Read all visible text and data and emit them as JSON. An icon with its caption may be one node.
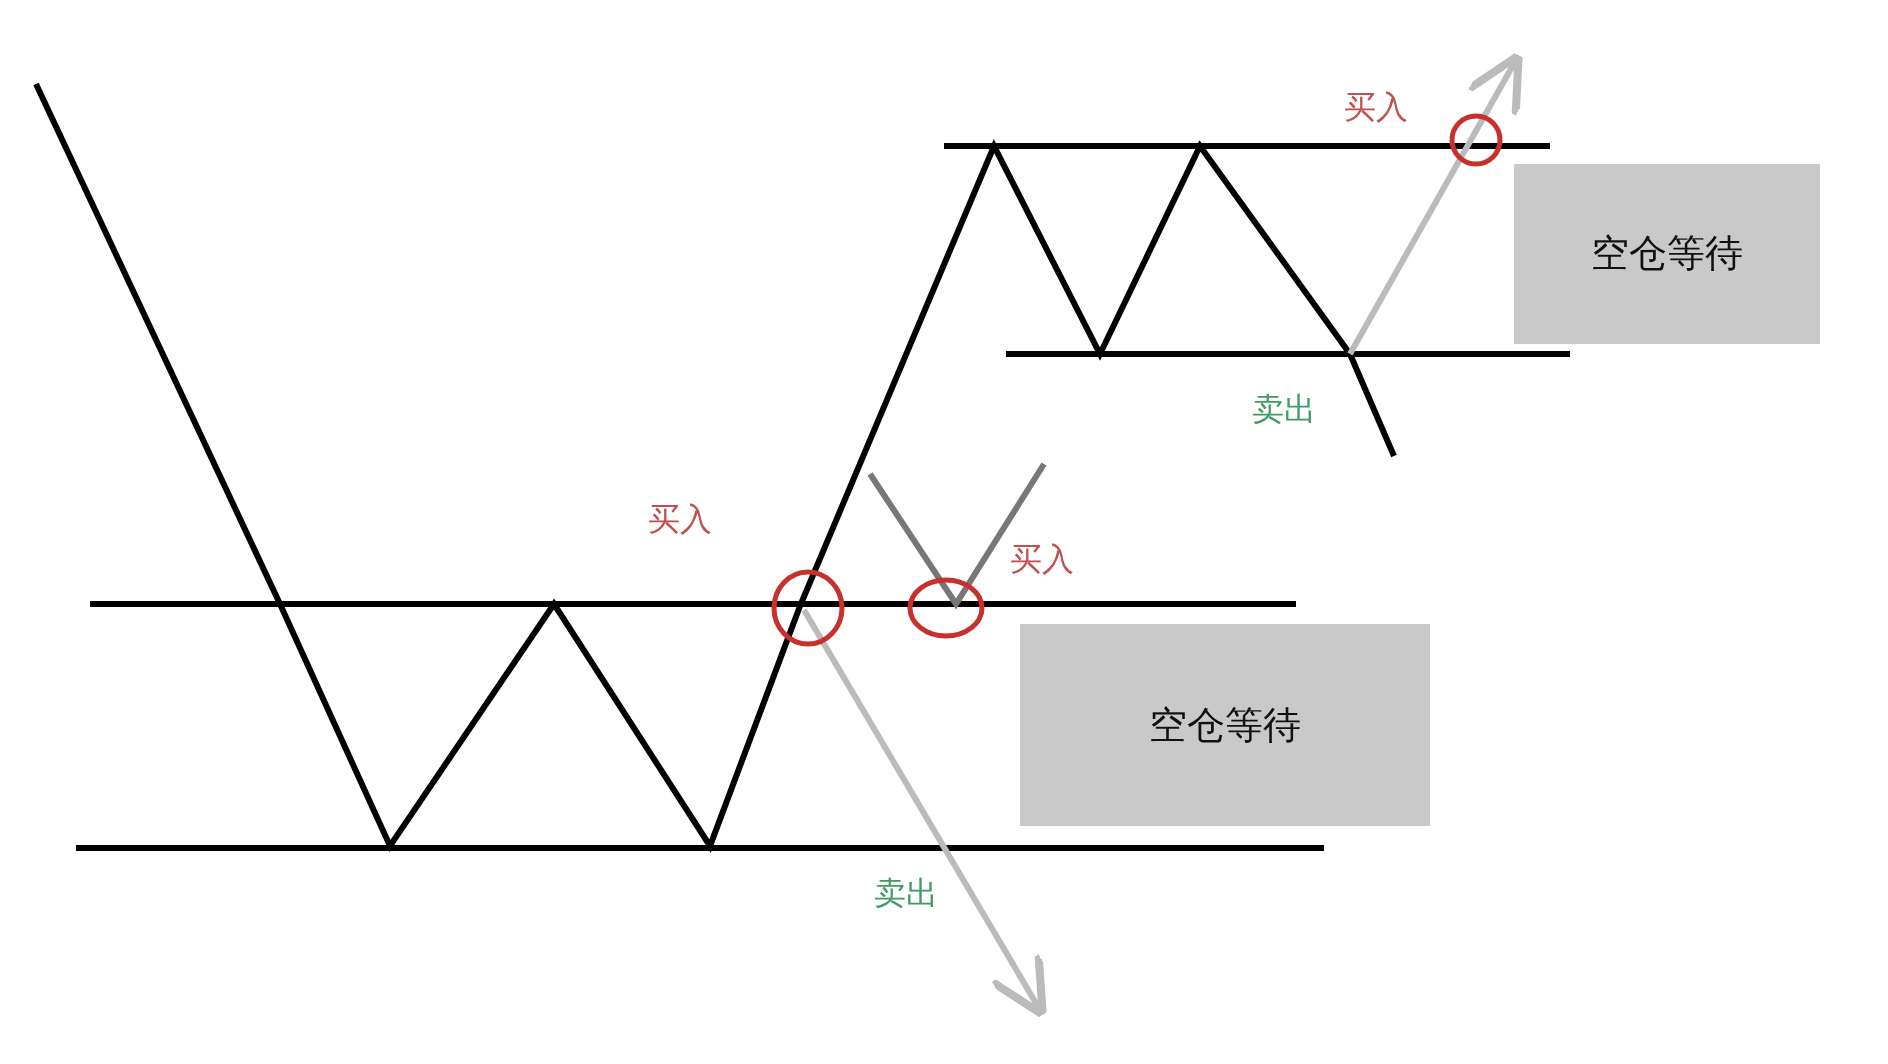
{
  "diagram": {
    "nodes": [
      {
        "text": [
          "空仓等待"
        ]
      },
      {
        "text": [
          "空仓等待"
        ]
      }
    ],
    "labels": [
      "买入",
      "卖出",
      "买入",
      "买入",
      "卖出"
    ]
  }
}
